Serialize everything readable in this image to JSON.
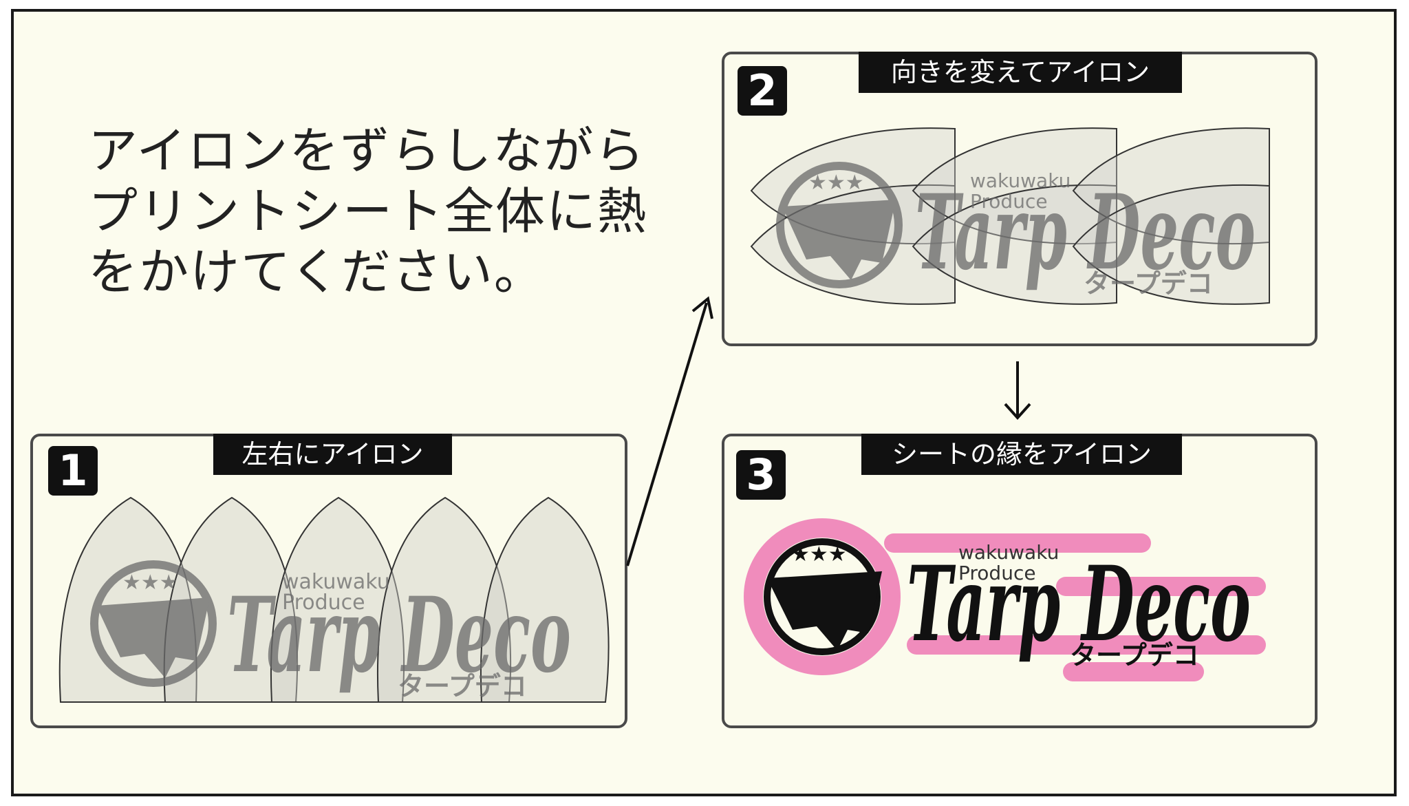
{
  "instruction": {
    "lines": [
      "アイロンをずらしながら",
      "プリントシート全体に熱",
      "をかけてください。"
    ]
  },
  "steps": [
    {
      "number": "1",
      "label": "左右にアイロン"
    },
    {
      "number": "2",
      "label": "向きを変えてアイロン"
    },
    {
      "number": "3",
      "label": "シートの縁をアイロン"
    }
  ],
  "logo": {
    "sub_line1": "wakuwaku",
    "sub_line2": "Produce",
    "main": "Tarp Deco",
    "kana": "タープデコ"
  },
  "colors": {
    "highlight": "#f08cbc",
    "logo_faded": "#6a6a6a",
    "logo_solid": "#111111"
  }
}
